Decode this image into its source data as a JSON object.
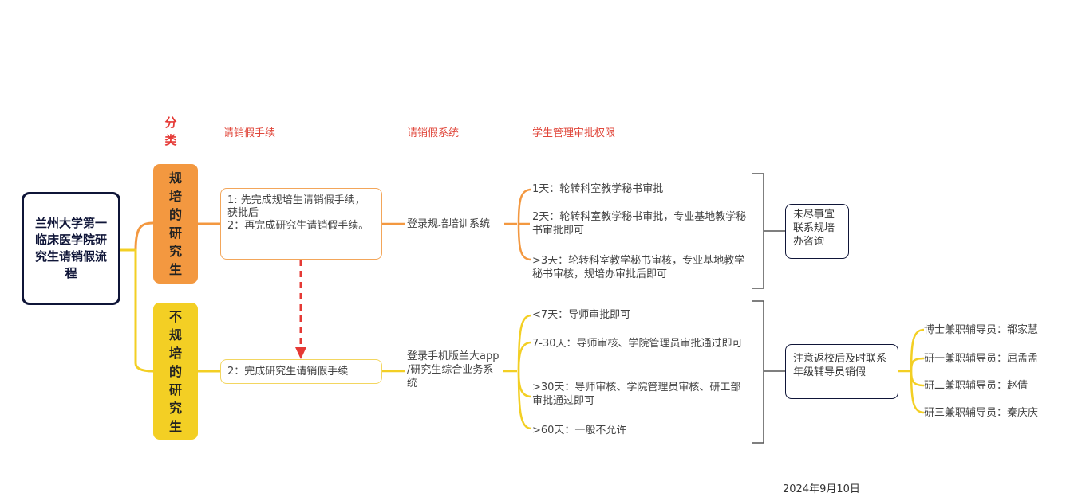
{
  "root": {
    "title": "兰州大学第一临床医学院研究生请销假流程"
  },
  "headers": {
    "category": "分类",
    "procedure": "请销假手续",
    "system": "请销假系统",
    "authority": "学生管理审批权限"
  },
  "categories": [
    {
      "label": "规培的研究生"
    },
    {
      "label": "不规培的研究生"
    }
  ],
  "procedures": [
    {
      "lines": [
        "1: 先完成规培生请销假手续，获批后",
        "2：再完成研究生请销假手续。"
      ]
    },
    {
      "lines": [
        "2：完成研究生请销假手续"
      ]
    }
  ],
  "systems": [
    {
      "label": "登录规培培训系统"
    },
    {
      "label": "登录手机版兰大app /研究生综合业务系统"
    }
  ],
  "authorities_group1": [
    "1天：轮转科室教学秘书审批",
    "2天：轮转科室教学秘书审批，专业基地教学秘书审批即可",
    ">3天：轮转科室教学秘书审核，专业基地教学秘书审核，规培办审批后即可"
  ],
  "authorities_group2": [
    "<7天：导师审批即可",
    "7-30天：导师审核、学院管理员审批通过即可",
    ">30天：导师审核、学院管理员审核、研工部审批通过即可",
    ">60天：一般不允许"
  ],
  "notes": [
    {
      "text": "未尽事宜联系规培办咨询"
    },
    {
      "text": "注意返校后及时联系年级辅导员销假"
    }
  ],
  "advisors": [
    "博士兼职辅导员：郗家慧",
    "研一兼职辅导员：屈孟孟",
    "研二兼职辅导员：赵倩",
    "研三兼职辅导员：秦庆庆"
  ],
  "date": "2024年9月10日",
  "colors": {
    "root_border": "#0f1538",
    "header_red": "#e0463a",
    "orange": "#f39840",
    "yellow": "#f3cf24",
    "dashed_arrow": "#e53935"
  }
}
